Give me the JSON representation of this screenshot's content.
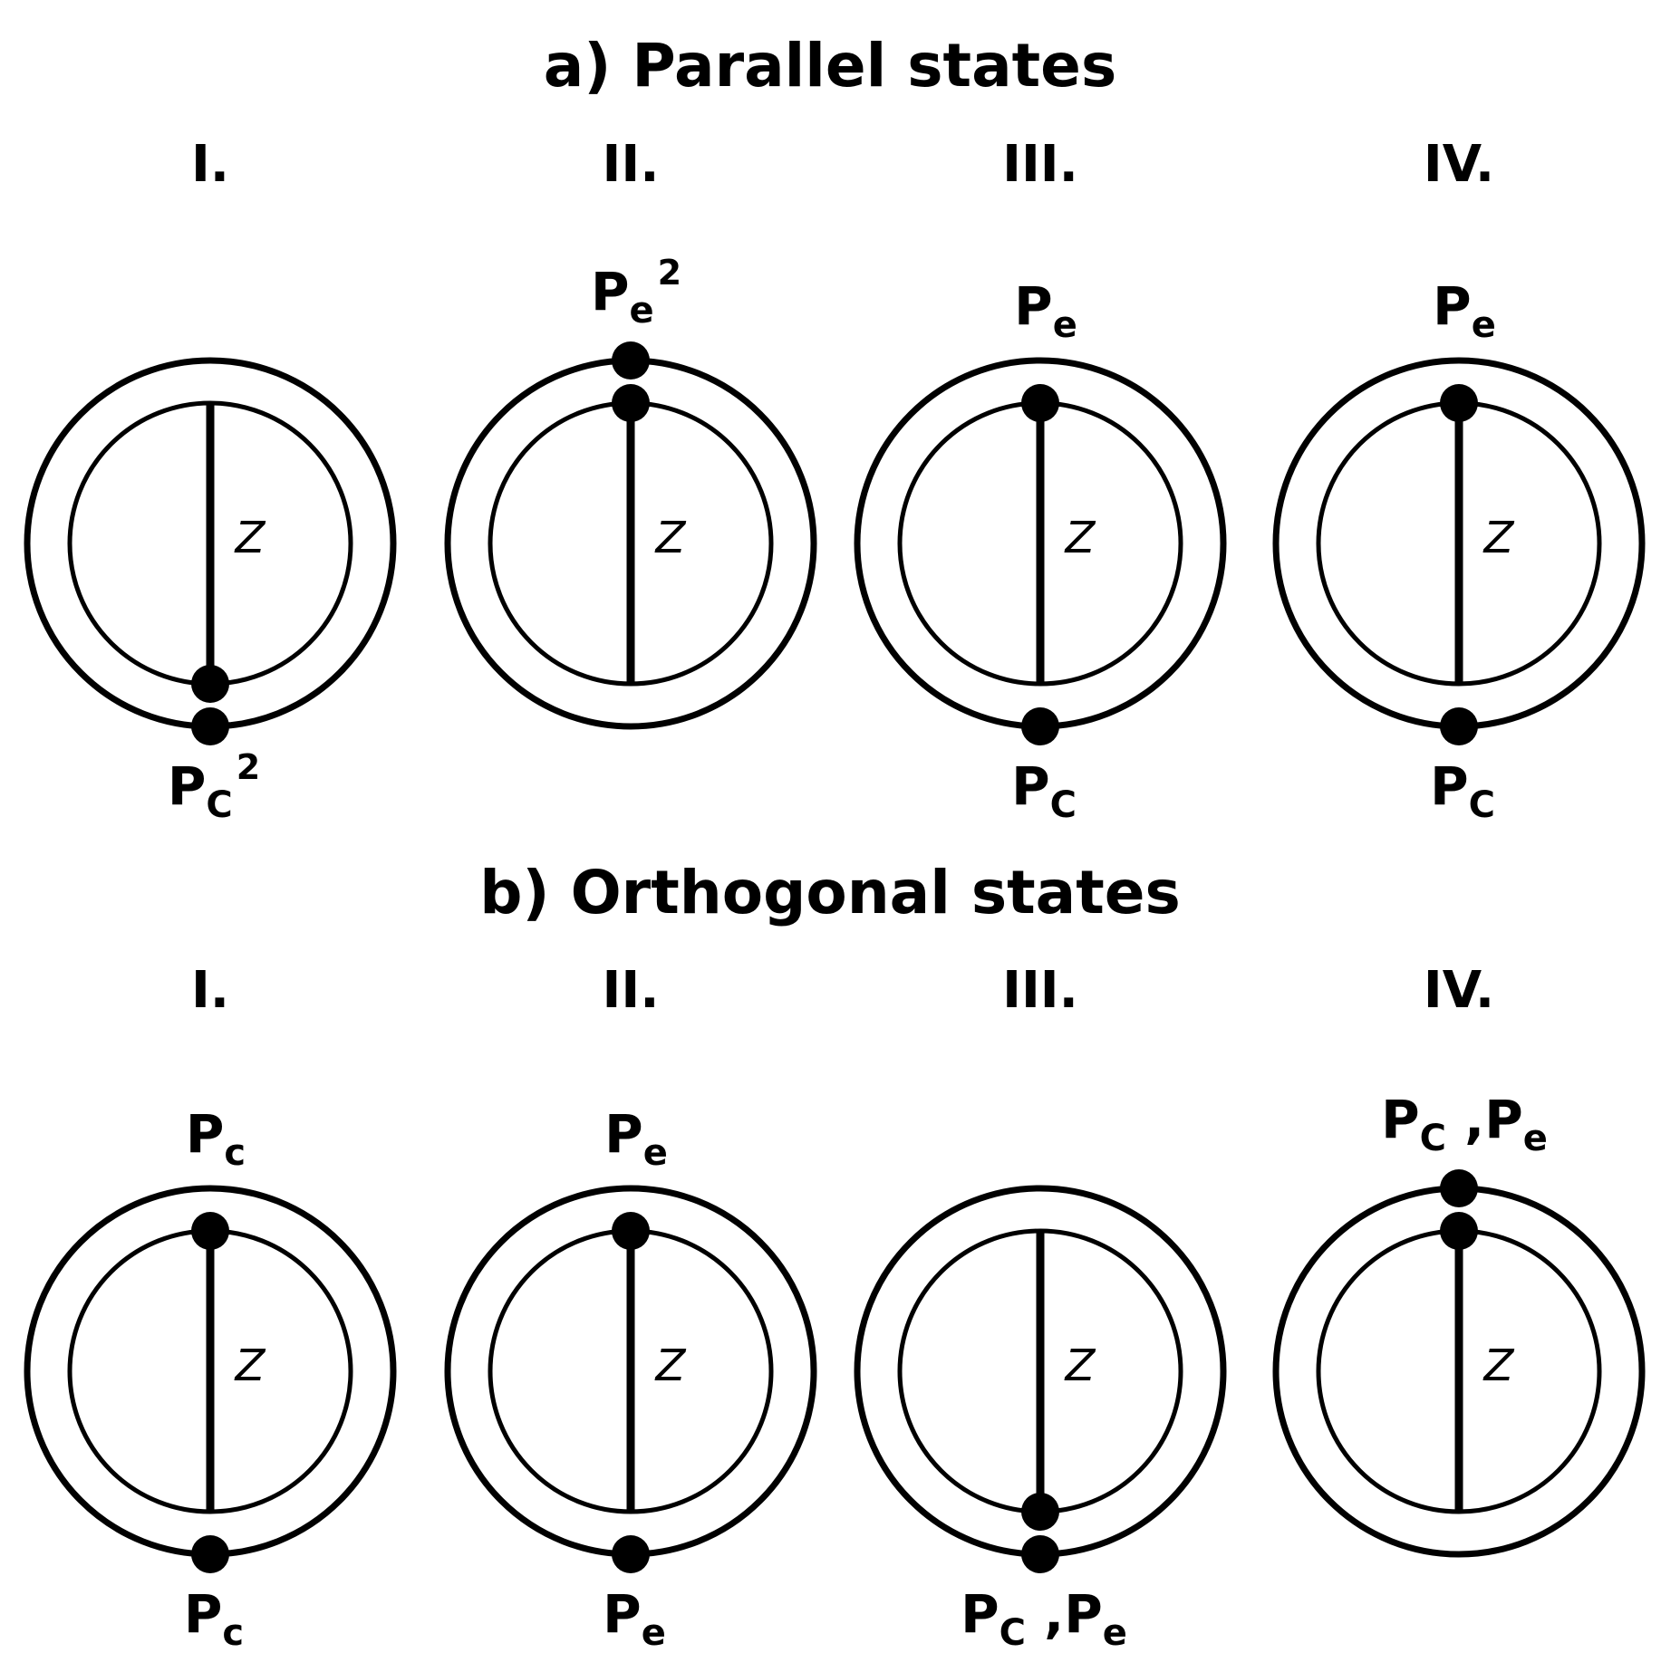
{
  "sections": [
    {
      "title": "a) Parallel states",
      "panels": [
        {
          "roman": "I.",
          "z": "Z",
          "top_label": null,
          "bottom_label": {
            "base": "P",
            "sub": "C",
            "sup": "2"
          },
          "dots": {
            "outer_top": false,
            "inner_top": false,
            "inner_bottom": true,
            "outer_bottom": true
          }
        },
        {
          "roman": "II.",
          "z": "Z",
          "top_label": {
            "base": "P",
            "sub": "e",
            "sup": "2"
          },
          "bottom_label": null,
          "dots": {
            "outer_top": true,
            "inner_top": true,
            "inner_bottom": false,
            "outer_bottom": false
          }
        },
        {
          "roman": "III.",
          "z": "Z",
          "top_label": {
            "base": "P",
            "sub": "e"
          },
          "bottom_label": {
            "base": "P",
            "sub": "C"
          },
          "dots": {
            "outer_top": false,
            "inner_top": true,
            "inner_bottom": false,
            "outer_bottom": true
          }
        },
        {
          "roman": "IV.",
          "z": "Z",
          "top_label": {
            "base": "P",
            "sub": "e"
          },
          "bottom_label": {
            "base": "P",
            "sub": "C"
          },
          "dots": {
            "outer_top": false,
            "inner_top": true,
            "inner_bottom": false,
            "outer_bottom": true
          }
        }
      ]
    },
    {
      "title": "b) Orthogonal states",
      "panels": [
        {
          "roman": "I.",
          "z": "Z",
          "top_label": {
            "base": "P",
            "sub": "c"
          },
          "bottom_label": {
            "base": "P",
            "sub": "c"
          },
          "dots": {
            "outer_top": false,
            "inner_top": true,
            "inner_bottom": false,
            "outer_bottom": true
          }
        },
        {
          "roman": "II.",
          "z": "Z",
          "top_label": {
            "base": "P",
            "sub": "e"
          },
          "bottom_label": {
            "base": "P",
            "sub": "e"
          },
          "dots": {
            "outer_top": false,
            "inner_top": true,
            "inner_bottom": false,
            "outer_bottom": true
          }
        },
        {
          "roman": "III.",
          "z": "Z",
          "top_label": null,
          "bottom_label": {
            "base": "P",
            "sub": "C",
            "sep": " ,",
            "base2": "P",
            "sub2": "e"
          },
          "dots": {
            "outer_top": false,
            "inner_top": false,
            "inner_bottom": true,
            "outer_bottom": true
          }
        },
        {
          "roman": "IV.",
          "z": "Z",
          "top_label": {
            "base": "P",
            "sub": "C",
            "sep": " ,",
            "base2": "P",
            "sub2": "e"
          },
          "bottom_label": null,
          "dots": {
            "outer_top": true,
            "inner_top": true,
            "inner_bottom": false,
            "outer_bottom": false
          }
        }
      ]
    }
  ]
}
